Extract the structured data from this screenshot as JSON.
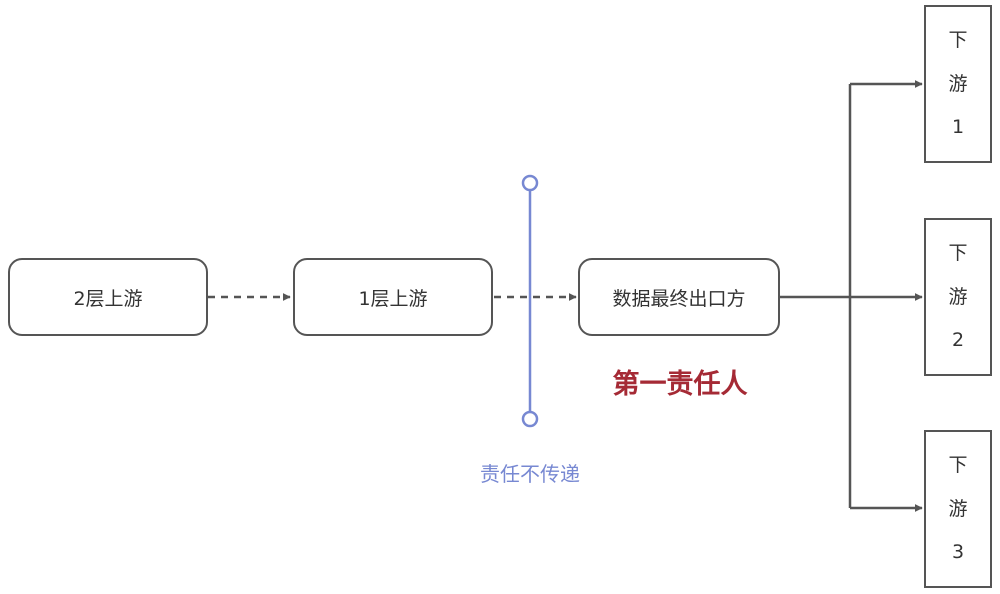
{
  "nodes": {
    "upstream_2": "2层上游",
    "upstream_1": "1层上游",
    "final_exit": "数据最终出口方"
  },
  "downstream": [
    {
      "chars": [
        "下",
        "游",
        "1"
      ]
    },
    {
      "chars": [
        "下",
        "游",
        "2"
      ]
    },
    {
      "chars": [
        "下",
        "游",
        "3"
      ]
    }
  ],
  "labels": {
    "primary_responsible": "第一责任人",
    "not_transferred": "责任不传递"
  },
  "colors": {
    "line": "#555555",
    "barrier": "#7788d2",
    "primary": "#a52a35"
  }
}
